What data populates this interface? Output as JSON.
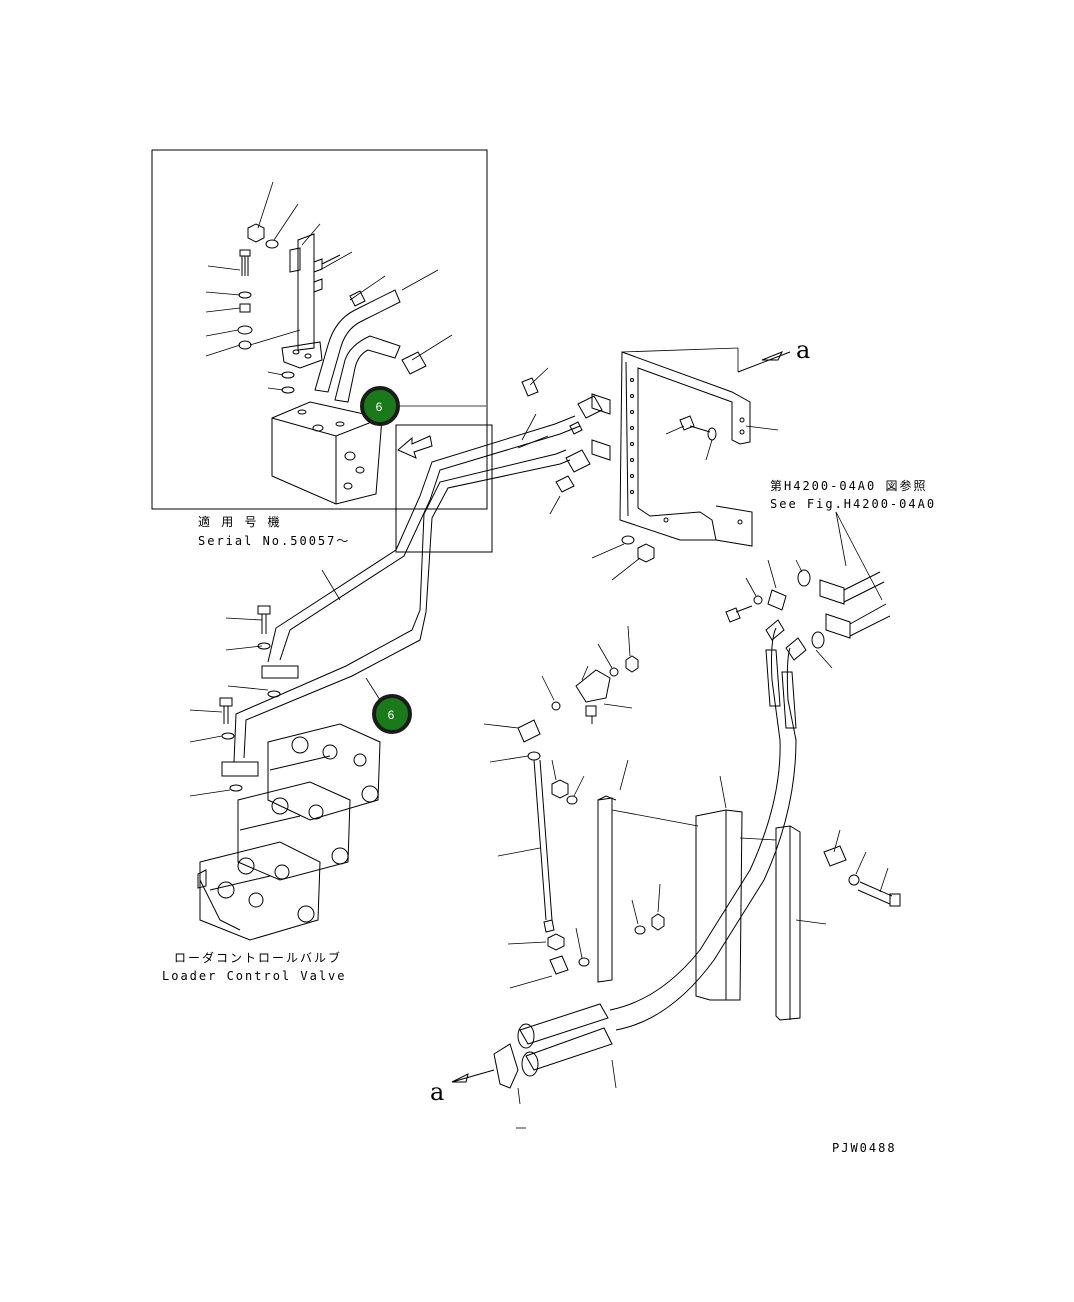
{
  "inset": {
    "applicable_serial_jp": "適 用 号 機",
    "applicable_serial_en": "Serial No.50057～"
  },
  "callouts": [
    {
      "id": "callout-1",
      "label": "6"
    },
    {
      "id": "callout-2",
      "label": "6"
    }
  ],
  "reference": {
    "jp": "第H4200-04A0 図参照",
    "en": "See Fig.H4200-04A0"
  },
  "view_marker": {
    "top": "a",
    "bottom": "a"
  },
  "valve_label": {
    "jp": "ローダコントロールバルブ",
    "en": "Loader Control Valve"
  },
  "drawing_code": "PJW0488",
  "colors": {
    "callout_fill": "#1a7a1a",
    "callout_ring": "#1b1b1b",
    "line": "#000000"
  }
}
